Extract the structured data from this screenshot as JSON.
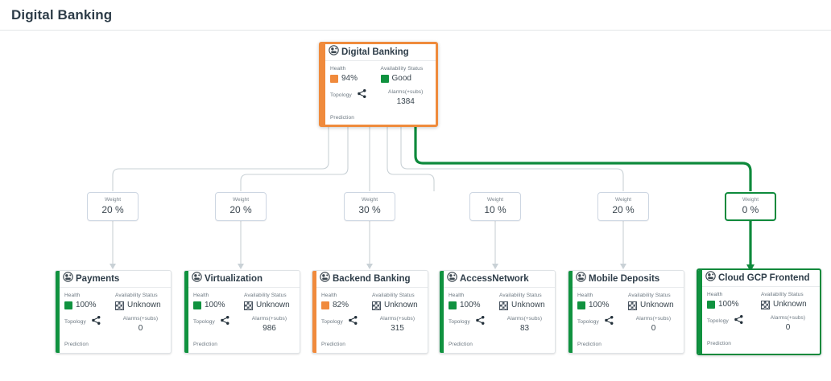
{
  "header": {
    "title": "Digital Banking"
  },
  "labels": {
    "health": "Health",
    "availability": "Availability Status",
    "topology": "Topology",
    "alarms": "Alarms(+subs)",
    "prediction": "Prediction",
    "weight": "Weight"
  },
  "colors": {
    "green": "#10923f",
    "orange": "#f08a3c",
    "edge": "#c9d1d6",
    "edge_selected": "#0e8a3c",
    "selection": "#0e8a3c"
  },
  "root": {
    "name": "Digital Banking",
    "health": "94%",
    "health_color": "#f08a3c",
    "availability": "Good",
    "availability_icon": "green-square",
    "alarms": "1384",
    "status_color": "#f08a3c",
    "selected": true
  },
  "children": [
    {
      "name": "Payments",
      "weight": "20 %",
      "health": "100%",
      "health_color": "#10923f",
      "availability": "Unknown",
      "availability_icon": "checkered-square",
      "alarms": "0",
      "status_color": "#10923f",
      "selected": false
    },
    {
      "name": "Virtualization",
      "weight": "20 %",
      "health": "100%",
      "health_color": "#10923f",
      "availability": "Unknown",
      "availability_icon": "checkered-square",
      "alarms": "986",
      "status_color": "#10923f",
      "selected": false
    },
    {
      "name": "Backend Banking",
      "weight": "30 %",
      "health": "82%",
      "health_color": "#f08a3c",
      "availability": "Unknown",
      "availability_icon": "checkered-square",
      "alarms": "315",
      "status_color": "#f08a3c",
      "selected": false
    },
    {
      "name": "AccessNetwork",
      "weight": "10 %",
      "health": "100%",
      "health_color": "#10923f",
      "availability": "Unknown",
      "availability_icon": "checkered-square",
      "alarms": "83",
      "status_color": "#10923f",
      "selected": false
    },
    {
      "name": "Mobile Deposits",
      "weight": "20 %",
      "health": "100%",
      "health_color": "#10923f",
      "availability": "Unknown",
      "availability_icon": "checkered-square",
      "alarms": "0",
      "status_color": "#10923f",
      "selected": false
    },
    {
      "name": "Cloud GCP Frontend",
      "weight": "0 %",
      "health": "100%",
      "health_color": "#10923f",
      "availability": "Unknown",
      "availability_icon": "checkered-square",
      "alarms": "0",
      "status_color": "#10923f",
      "selected": true
    }
  ]
}
